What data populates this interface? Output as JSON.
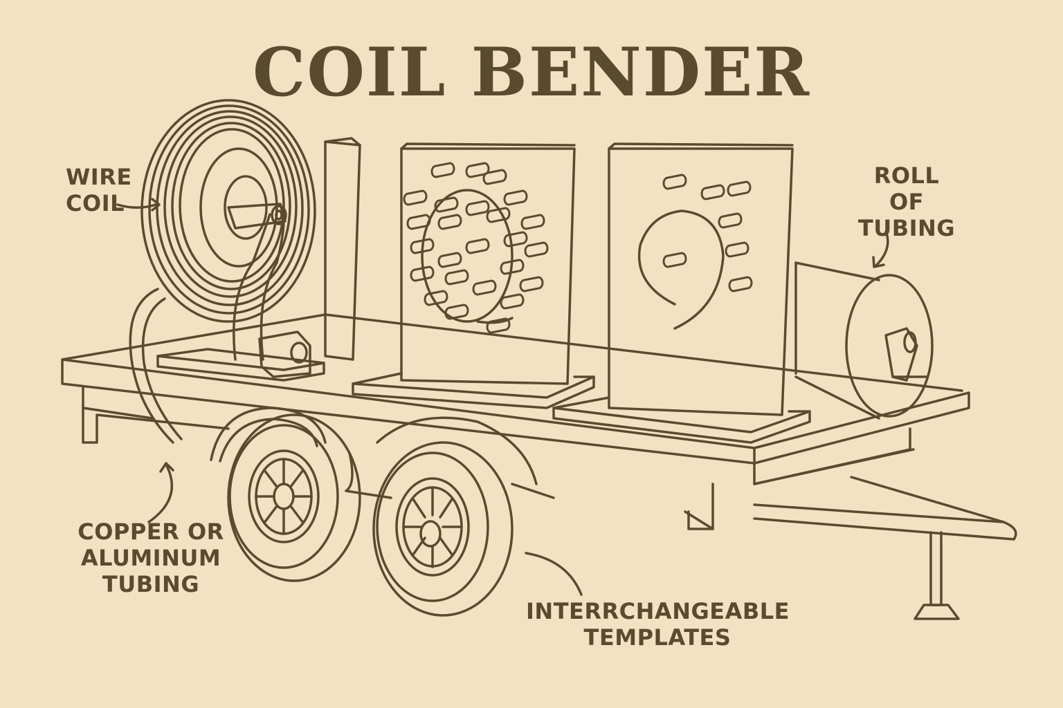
{
  "title": "COIL BENDER",
  "colors": {
    "background": "#f4e1c4",
    "ink": "#5a4a2e"
  },
  "labels": {
    "wire_coil": [
      "WIRE",
      "COIL"
    ],
    "roll_of_tubing": [
      "ROLL",
      "OF TUBING"
    ],
    "copper_tubing": [
      "COPPER OR",
      "ALUMINUM",
      "TUBING"
    ],
    "templates": [
      "INTERRCHANGEABLE",
      "TEMPLATES"
    ]
  }
}
